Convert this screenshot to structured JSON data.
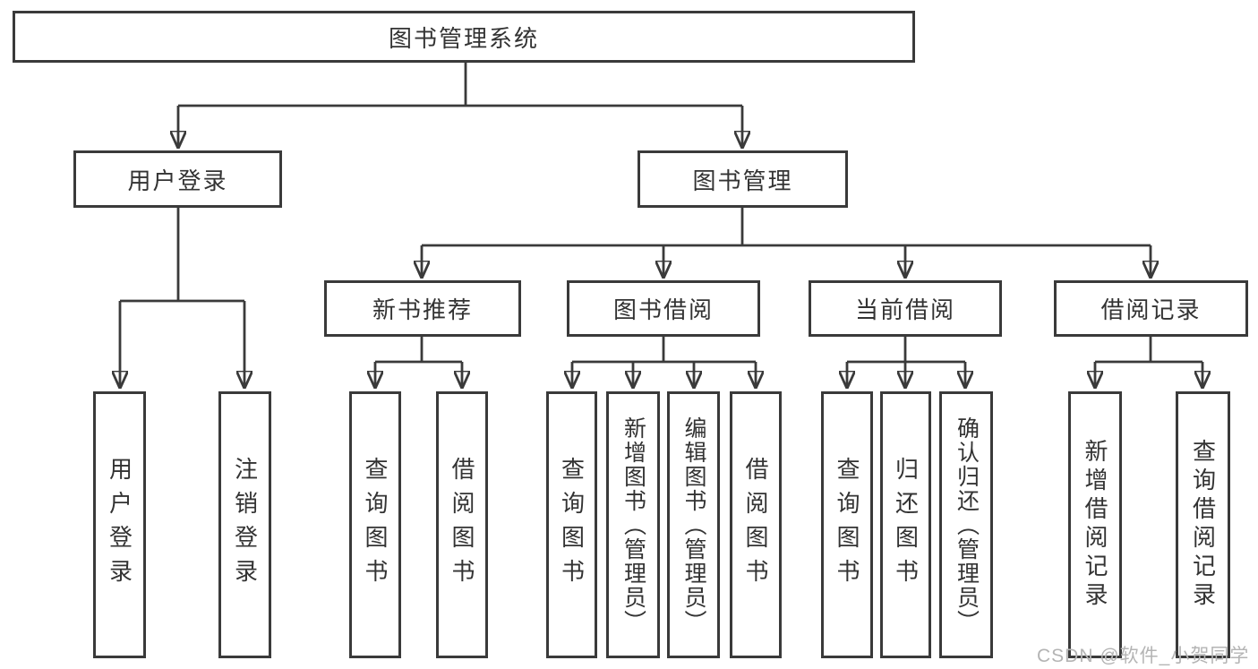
{
  "diagram_type": "hierarchy-tree",
  "colors": {
    "line": "#3a3a3a",
    "box_border": "#3a3a3a",
    "box_background": "#ffffff",
    "text": "#333333",
    "watermark": "#b4b4b4"
  },
  "tree": {
    "root": "图书管理系统",
    "branches": [
      {
        "label": "用户登录",
        "children": [
          "用户登录",
          "注销登录"
        ]
      },
      {
        "label": "图书管理",
        "children": [
          {
            "label": "新书推荐",
            "children": [
              "查询图书",
              "借阅图书"
            ]
          },
          {
            "label": "图书借阅",
            "children": [
              "查询图书",
              "新增图书（管理员）",
              "编辑图书（管理员）",
              "借阅图书"
            ]
          },
          {
            "label": "当前借阅",
            "children": [
              "查询图书",
              "归还图书",
              "确认归还（管理员）"
            ]
          },
          {
            "label": "借阅记录",
            "children": [
              "新增借阅记录",
              "查询借阅记录"
            ]
          }
        ]
      }
    ]
  },
  "watermark": "CSDN @软件_小贺同学"
}
